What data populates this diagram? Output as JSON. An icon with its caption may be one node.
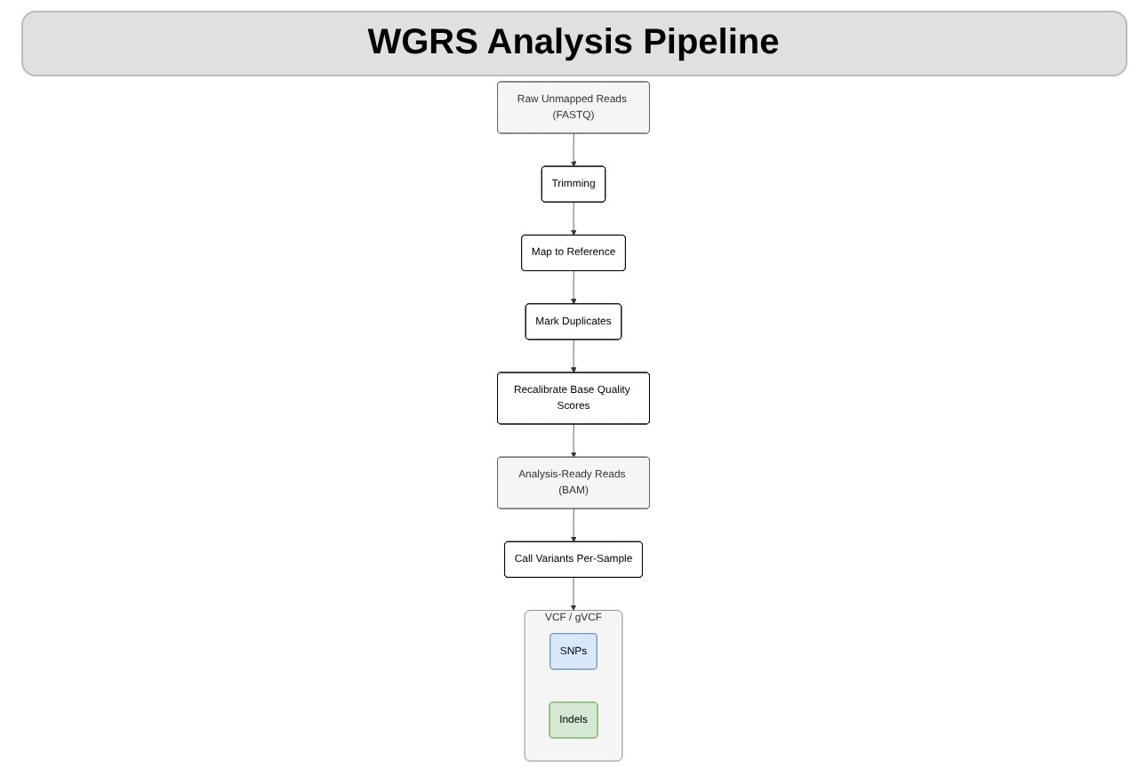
{
  "diagram": {
    "title": "WGRS Analysis Pipeline",
    "nodes": [
      {
        "text": [
          "Raw Unmapped Reads (FASTQ)"
        ]
      },
      {
        "text": [
          "Trimming"
        ]
      },
      {
        "text": [
          "Map to Reference"
        ]
      },
      {
        "text": [
          "Mark Duplicates"
        ]
      },
      {
        "text": [
          "Recalibrate Base Quality Scores"
        ]
      },
      {
        "text": [
          "Analysis-Ready Reads (BAM)"
        ]
      },
      {
        "text": [
          "Call Variants Per-Sample"
        ]
      },
      {
        "text": [
          "VCF / gVCF"
        ]
      },
      {
        "text": [
          "SNPs"
        ],
        "in": 7
      },
      {
        "text": [
          "Indels"
        ],
        "in": 7
      }
    ],
    "edges": [
      {
        "from": 0,
        "to": 1,
        "arrow": "to"
      },
      {
        "from": 1,
        "to": 2,
        "arrow": "to"
      },
      {
        "from": 2,
        "to": 3,
        "arrow": "to"
      },
      {
        "from": 3,
        "to": 4,
        "arrow": "to"
      },
      {
        "from": 4,
        "to": 5,
        "arrow": "to"
      },
      {
        "from": 5,
        "to": 6,
        "arrow": "to"
      },
      {
        "from": 6,
        "to": 7,
        "arrow": "to"
      }
    ]
  }
}
